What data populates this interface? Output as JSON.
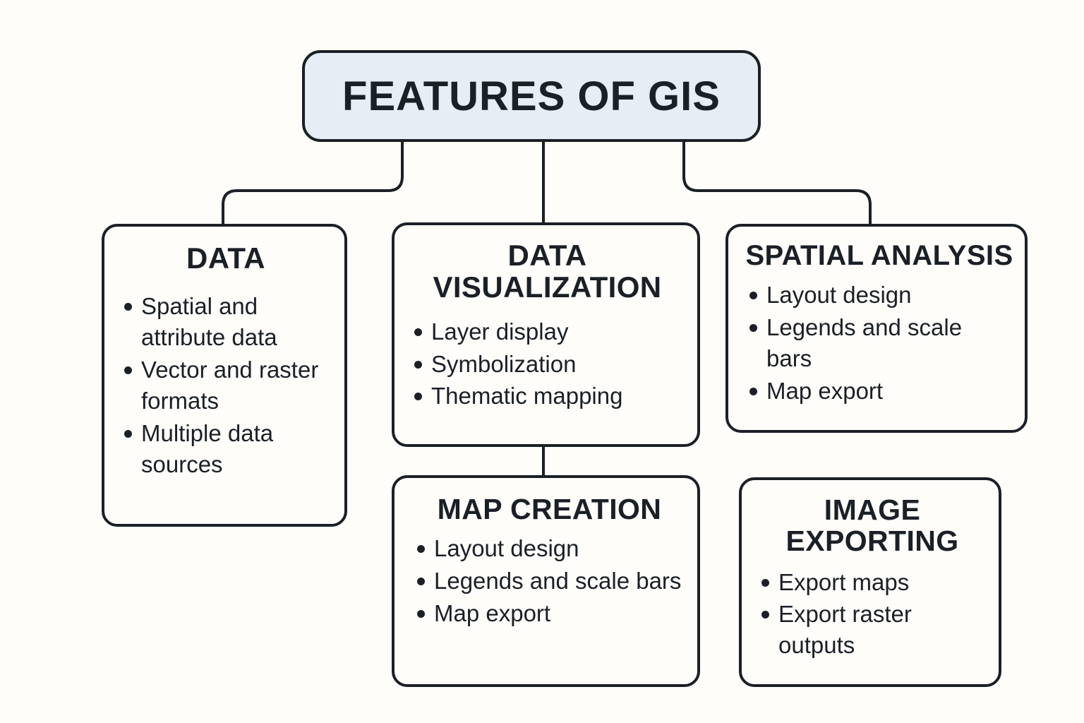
{
  "diagram": {
    "title": "FEATURES OF GIS",
    "background_color": "#fefdfa",
    "line_color": "#1b2026",
    "root_fill_color": "#e7edf5",
    "node_fill_color": "#fefdfa",
    "nodes": {
      "data": {
        "title": "DATA",
        "bullets": [
          "Spatial and attribute data",
          "Vector and raster formats",
          "Multiple data sources"
        ]
      },
      "data_visualization": {
        "title": "DATA VISUALIZATION",
        "title_line1": "DATA",
        "title_line2": "VISUALIZATION",
        "bullets": [
          "Layer display",
          "Symbolization",
          "Thematic mapping"
        ]
      },
      "spatial_analysis": {
        "title": "SPATIAL ANALYSIS",
        "bullets": [
          "Layout design",
          "Legends and scale bars",
          "Map export"
        ]
      },
      "map_creation": {
        "title": "MAP CREATION",
        "bullets": [
          "Layout design",
          "Legends and scale bars",
          "Map export"
        ]
      },
      "image_exporting": {
        "title": "IMAGE EXPORTING",
        "title_line1": "IMAGE",
        "title_line2": "EXPORTING",
        "bullets": [
          "Export maps",
          "Export raster outputs"
        ]
      }
    }
  }
}
